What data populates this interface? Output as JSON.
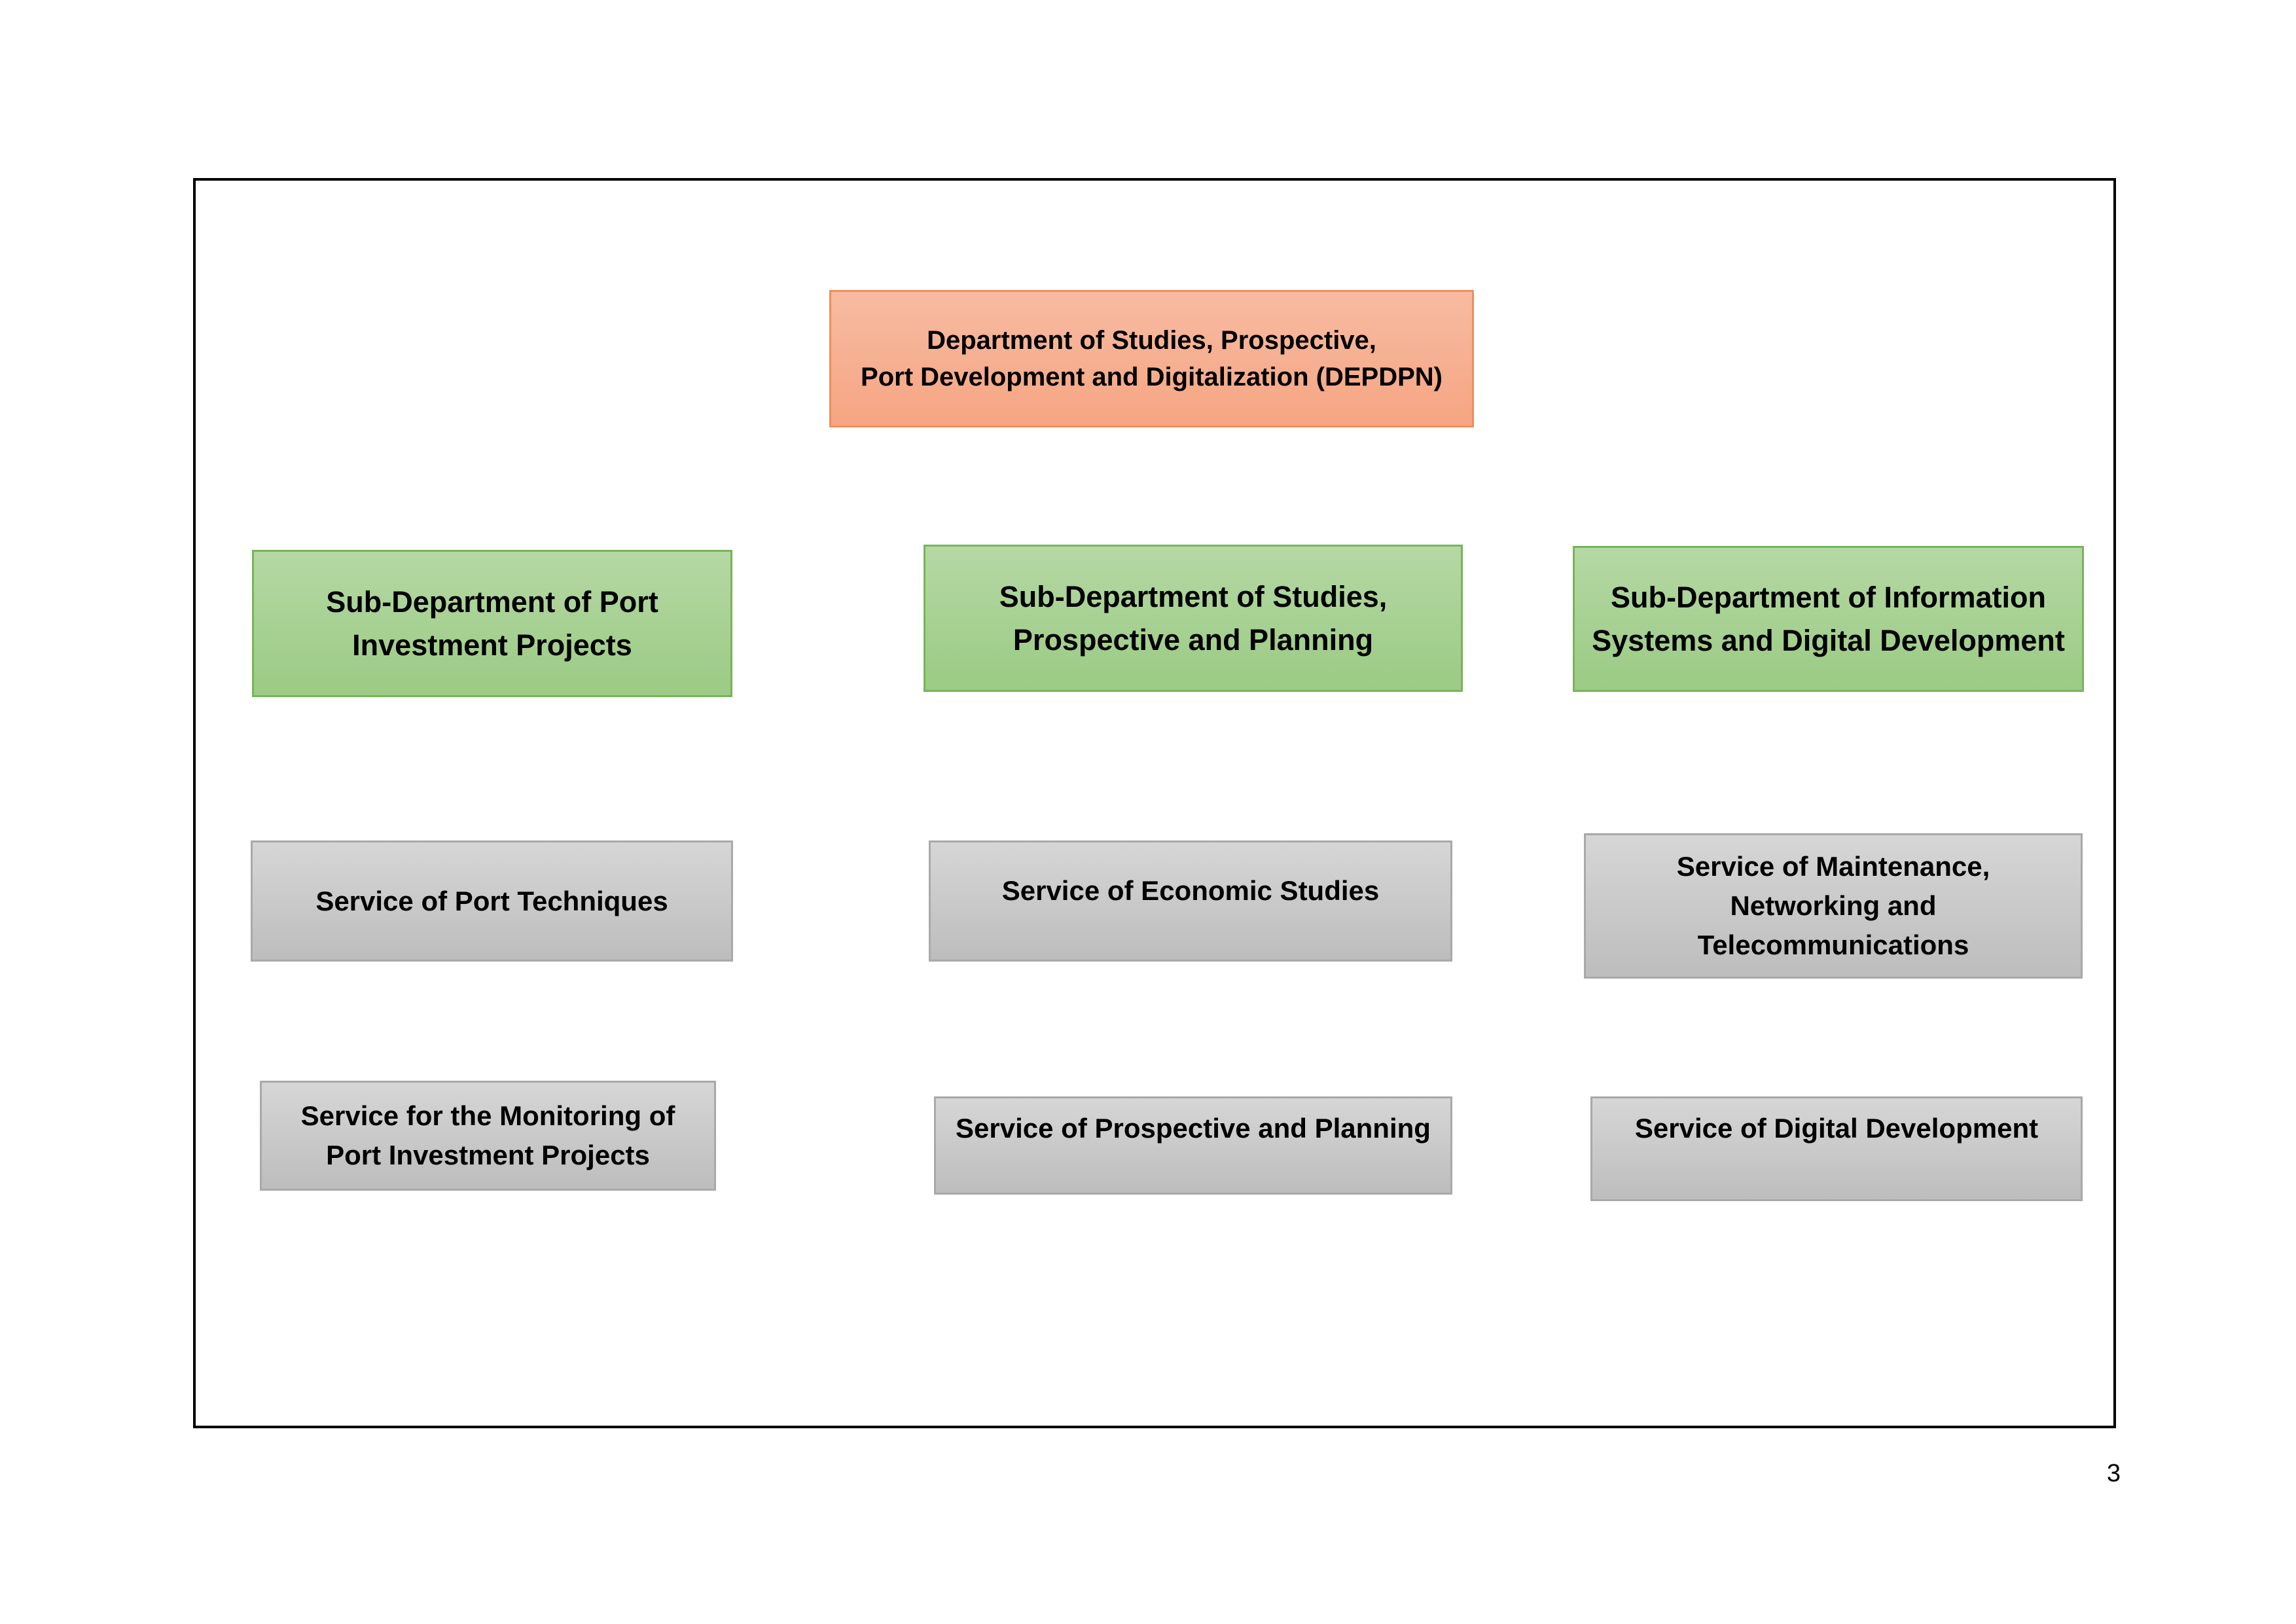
{
  "org_chart": {
    "department": {
      "label": "Department of Studies, Prospective,\nPort Development and Digitalization (DEPDPN)"
    },
    "sub_departments": [
      {
        "label": "Sub-Department of Port\nInvestment Projects"
      },
      {
        "label": "Sub-Department of Studies,\nProspective and Planning"
      },
      {
        "label": "Sub-Department of Information\nSystems and Digital Development"
      }
    ],
    "services": [
      {
        "label": "Service of Port Techniques"
      },
      {
        "label": "Service of Economic Studies"
      },
      {
        "label": "Service of Maintenance,\nNetworking and\nTelecommunications"
      },
      {
        "label": "Service for the Monitoring of\nPort Investment Projects"
      },
      {
        "label": "Service of Prospective and Planning"
      },
      {
        "label": "Service of Digital Development"
      }
    ]
  },
  "colors": {
    "department_fill": "#f6a582",
    "sub_department_fill": "#9bcb84",
    "service_fill": "#bdbdbd"
  },
  "page": {
    "number": "3"
  }
}
